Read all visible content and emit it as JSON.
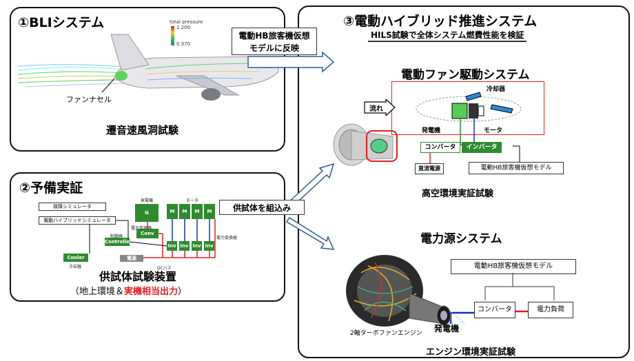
{
  "panel1": {
    "title": "①BLIシステム",
    "legend_title": "total pressure",
    "legend_max": "1.200",
    "legend_min": "0.370",
    "fan_nacelle_label": "ファンナセル",
    "caption": "遷音速風洞試験"
  },
  "panel2": {
    "title": "②予備実証",
    "sim_fault": "故障シミュレータ",
    "sim_hybrid": "電動ハイブリッドシミュレータ",
    "generator_label": "発電機",
    "g_label": "G",
    "motor_label": "モータ",
    "m_label": "M",
    "conv_unit_label": "電力変換器",
    "conv_label": "Conv",
    "controller_top_label": "制御器",
    "controller_label": "Controller",
    "inv_label": "Inv",
    "power_conv_label": "電力変換器",
    "cooler_label": "Cooler",
    "cooler_caption": "冷却器",
    "power_source_label": "電源",
    "dc_bus_label": "DCバス",
    "caption": "供試体試験装置",
    "sub_prefix": "（地上環境＆",
    "sub_emph": "実機相当出力",
    "sub_suffix": "）"
  },
  "panel3": {
    "title": "③電動ハイブリッド推進システム",
    "subtitle": "HILS試験で全体システム燃費性能を検証",
    "fan_system_title": "電動ファン駆動システム",
    "flow_label": "流れ",
    "cooler_label": "冷却器",
    "generator_label": "発電機",
    "motor_label": "モータ",
    "converter_label": "コンバータ",
    "inverter_label": "インバータ",
    "dc_power_label": "直流電源",
    "virtual_model_label": "電動HB旅客機仮想モデル",
    "altitude_caption": "高空環境実証試験",
    "power_system_title": "電力源システム",
    "virtual_model_label2": "電動HB旅客機仮想モデル",
    "converter_label2": "コンバータ",
    "electric_load_label": "電力負荷",
    "generator_label2": "発電機",
    "engine_label": "2軸ターボファンエンジン",
    "engine_caption": "エンジン環境実証試験"
  },
  "callout_top": {
    "line1": "電動HB旅客機仮想",
    "line2": "モデルに反映"
  },
  "callout_mid": {
    "label": "供試体を組込み"
  },
  "colors": {
    "red": "#e02020",
    "green": "#2e8b2e",
    "blue": "#1030d0",
    "border": "#111111"
  }
}
